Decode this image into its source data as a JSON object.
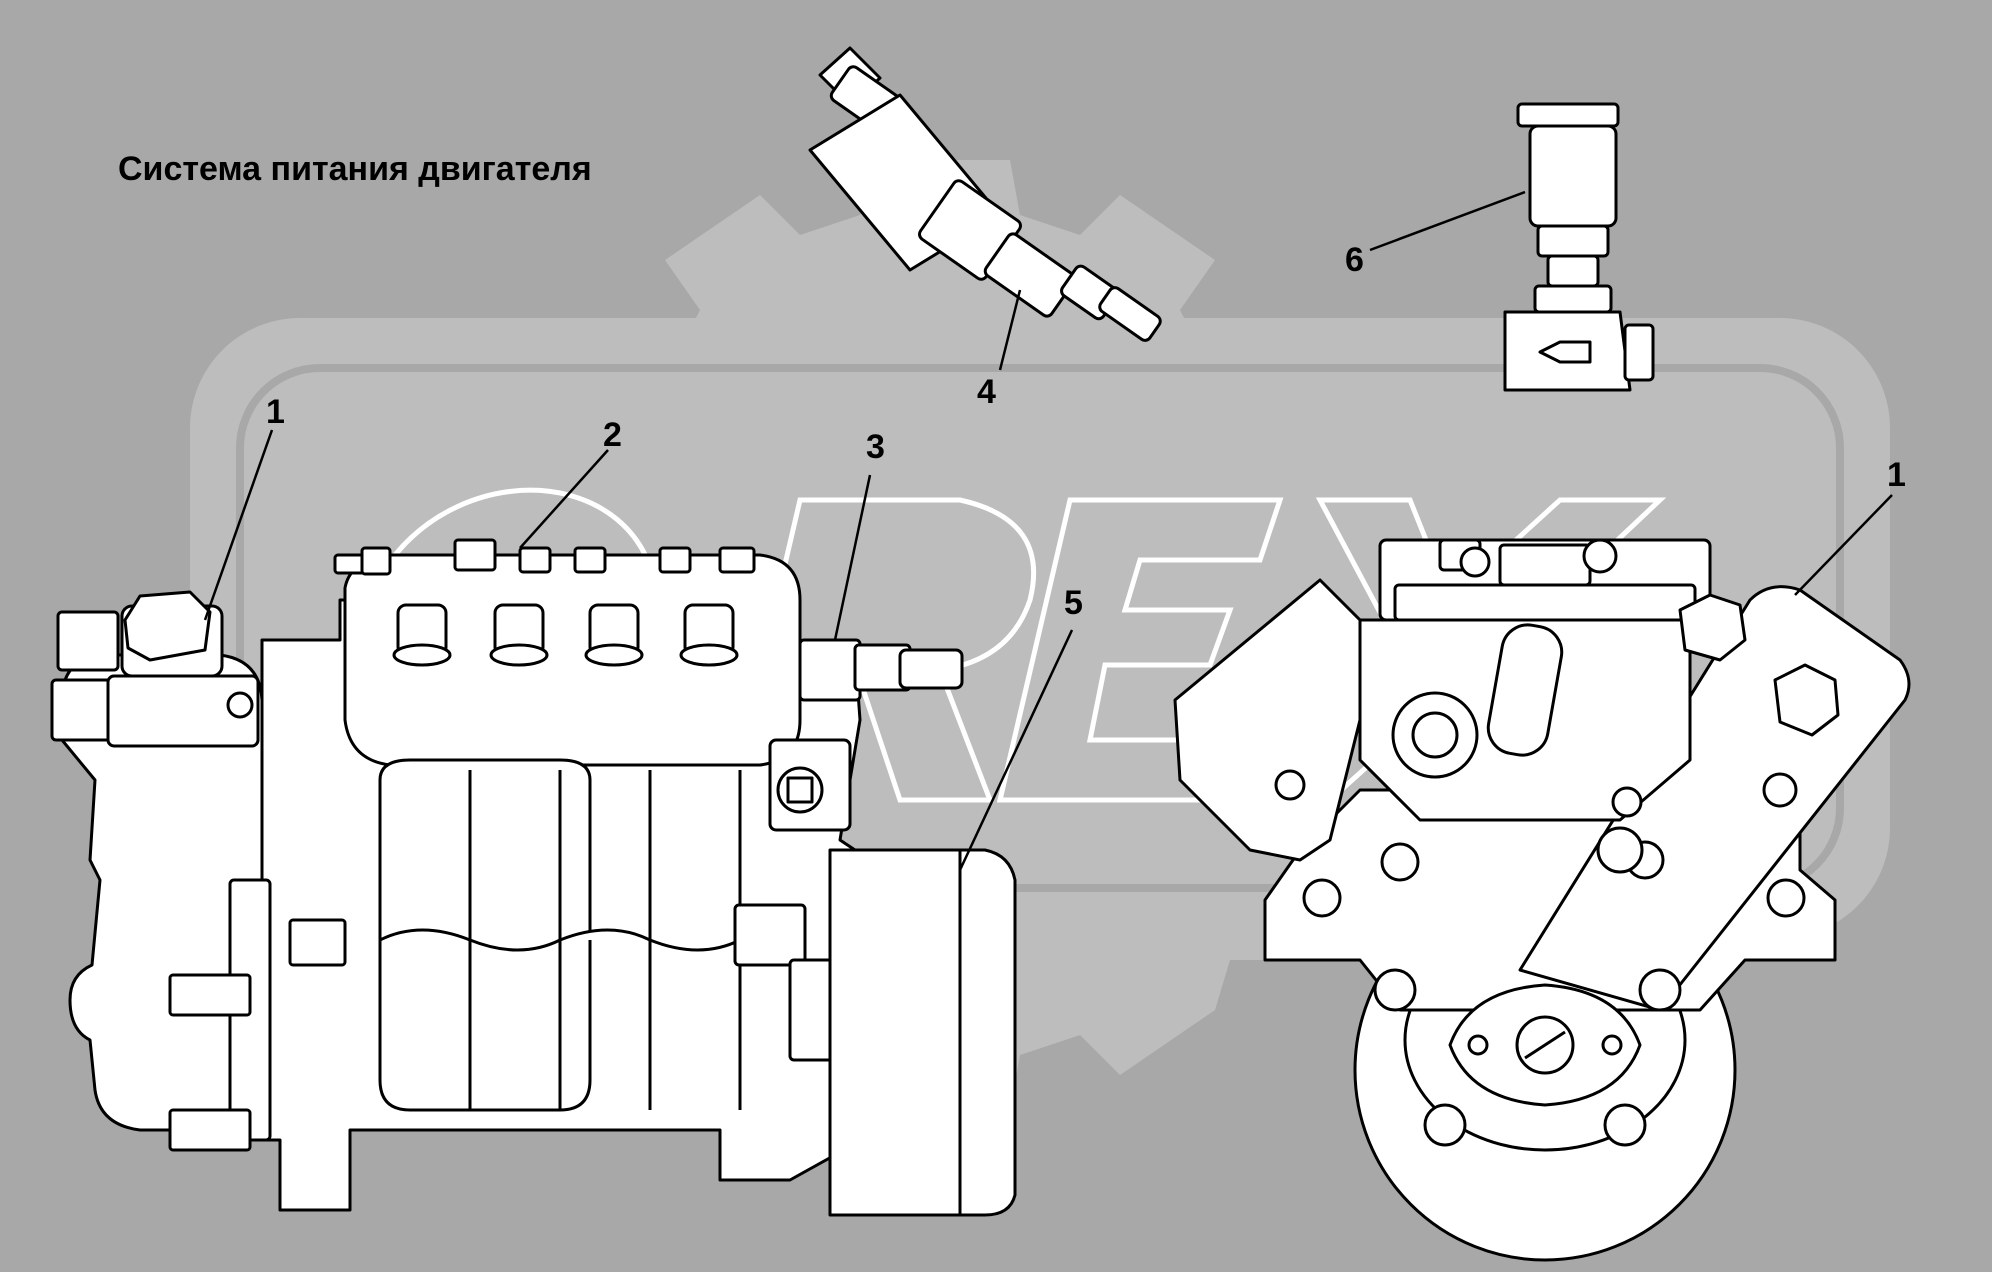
{
  "diagram": {
    "title": "Система питания двигателя",
    "watermark": "OREX",
    "colors": {
      "background": "#a8a8a8",
      "watermark": "#bdbdbd",
      "line": "#000000",
      "part_fill": "#ffffff"
    },
    "callouts": [
      {
        "id": "c1-left",
        "label": "1"
      },
      {
        "id": "c2",
        "label": "2"
      },
      {
        "id": "c3",
        "label": "3"
      },
      {
        "id": "c4",
        "label": "4"
      },
      {
        "id": "c5",
        "label": "5"
      },
      {
        "id": "c6",
        "label": "6"
      },
      {
        "id": "c1-right",
        "label": "1"
      }
    ]
  }
}
